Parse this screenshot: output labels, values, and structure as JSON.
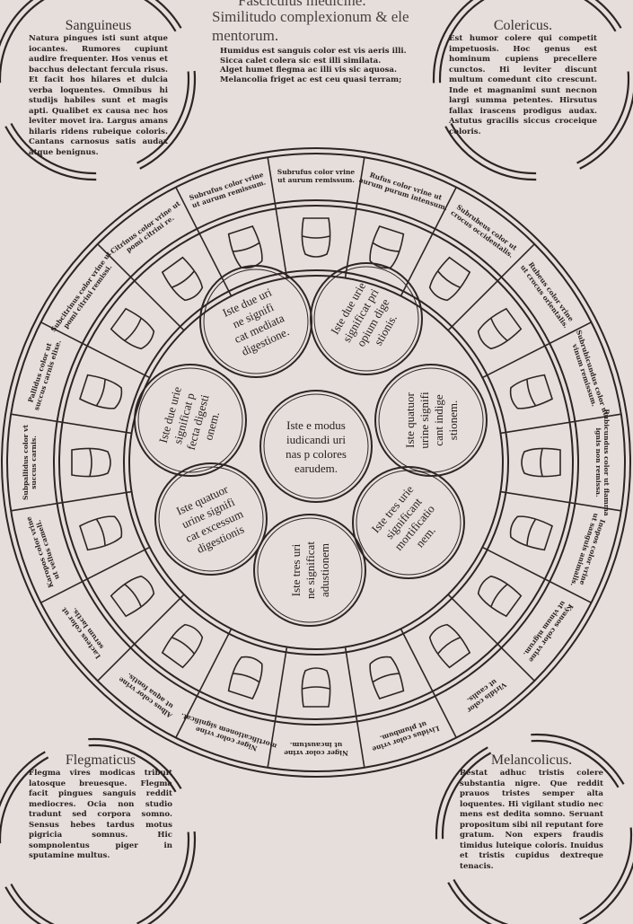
{
  "header": {
    "top_cut": "Fasciculus medicine.",
    "title_line1": "Similitudo complexionum & ele",
    "title_line2": "mentorum.",
    "lines": [
      "Humidus est sanguis color est vis aeris illi.",
      "Sicca calet colera sic est illi similata.",
      "Alget humet flegma ac illi vis sic aquosa.",
      "Melancolia friget ac est ceu quasi terram;"
    ]
  },
  "corners": {
    "sanguineus": {
      "title": "Sanguineus",
      "text": "Natura pingues isti sunt atque iocantes. Rumores cupiunt audire frequenter. Hos venus et bacchus delectant fercula risus. Et facit hos hilares et dulcia verba loquentes. Omnibus hi studijs habiles sunt et magis apti. Qualibet ex causa nec hos leviter movet ira. Largus amans hilaris ridens rubeique coloris. Cantans carnosus satis audax atque benignus."
    },
    "colericus": {
      "title": "Colericus.",
      "text": "Est humor colere qui competit impetuosis. Hoc genus est hominum cupiens precellere cunctos. Hi leviter discunt multum comedunt cito crescunt. Inde et magnanimi sunt necnon largi summa petentes. Hirsutus fallax irascens prodigus audax. Astutus gracilis siccus croceique coloris."
    },
    "flegmaticus": {
      "title": "Flegmaticus",
      "text": "Flegma vires modicas tribuit latosque breuesque. Flegma facit pingues sanguis reddit mediocres. Ocia non studio tradunt sed corpora somno. Sensus hebes tardus motus pigricia somnus. Hic sompnolentus piger in sputamine multus."
    },
    "melancolicus": {
      "title": "Melancolicus.",
      "text": "Restat adhuc tristis colere substantia nigre. Que reddit prauos tristes semper alta loquentes. Hi vigilant studio nec mens est dedita somno. Seruant propositum sibi nil reputant fore gratum. Non expers fraudis timidus luteique coloris. Inuidus et tristis cupidus dextreque tenacis."
    }
  },
  "center": {
    "lines": [
      "Iste e modus",
      "iudicandi uri",
      "nas p colores",
      "earudem."
    ]
  },
  "inner_circles": [
    {
      "lines": [
        "Iste due uri",
        "ne signifi",
        "cat mediata",
        "digestione."
      ]
    },
    {
      "lines": [
        "Iste due urie",
        "significat pri",
        "opium dige",
        "stionis."
      ]
    },
    {
      "lines": [
        "Iste quatuor",
        "urine signifi",
        "cant indige",
        "stionem."
      ]
    },
    {
      "lines": [
        "Iste tres urie",
        "significant",
        "mortificatio",
        "nem."
      ]
    },
    {
      "lines": [
        "Iste tres uri",
        "ne significat",
        "adustionem"
      ]
    },
    {
      "lines": [
        "Iste quatuor",
        "urine signifi",
        "cat excessum",
        "digestionis"
      ]
    },
    {
      "lines": [
        "Iste due urie",
        "significat p",
        "fecta digesti",
        "onem."
      ]
    }
  ],
  "ring_labels": [
    "Subrufus color vrine ut aurum remissum.",
    "Rufus color vrine ut aurum purum intensum.",
    "Subrubeus color ut crocus occidentalis.",
    "Rubeus color vrine ut crocus orientalis.",
    "Subrubicundus color ut vinum remissum.",
    "Rubicundus color ut flamma ignis non remissa.",
    "Inopos color vrine ut sanguis animalis.",
    "Kyanos color vrine ut vinum nigrum.",
    "Viridis color ut caulis.",
    "Lividus color vrine ut plumbum.",
    "Niger color vrine ut incaustum.",
    "Niger color vrine mortificationem significat.",
    "Albus color vrine ut aqua fontis.",
    "Lacteus color ut serum lactis.",
    "Karopos color vrine ut vellus cameli.",
    "Subpallidus color vt succus carnis.",
    "Pallidus color ut succus carnis elixe.",
    "Subcitrinus color vrine ut pomi citrini remissi.",
    "Citrinus color vrine ut pomi citrini re.",
    "Subrufus color vrine ut aurum remissum."
  ],
  "colors": {
    "paper": "#e6dedb",
    "ink": "#2e2424"
  }
}
